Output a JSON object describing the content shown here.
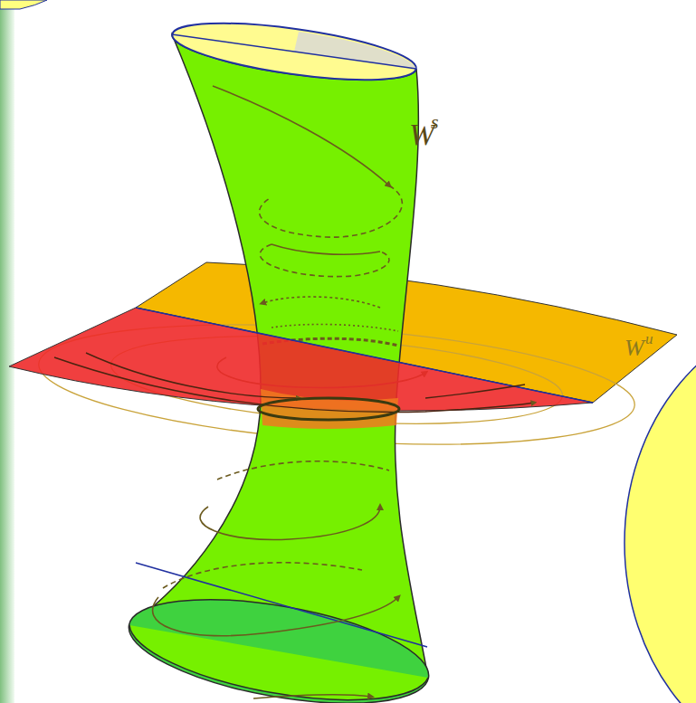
{
  "diagram": {
    "labels": [
      "W",
      "s",
      "W",
      "u"
    ]
  }
}
